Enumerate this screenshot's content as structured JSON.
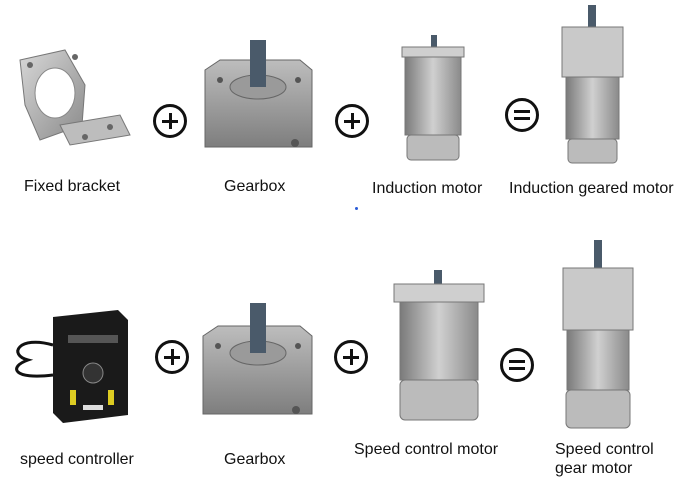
{
  "rows": [
    {
      "items": [
        {
          "label": "Fixed bracket"
        },
        {
          "label": "Gearbox"
        },
        {
          "label": "Induction motor"
        },
        {
          "label": "Induction geared motor"
        }
      ],
      "operators": [
        "plus-icon",
        "plus-icon",
        "equals-icon"
      ]
    },
    {
      "items": [
        {
          "label": "speed controller"
        },
        {
          "label": "Gearbox"
        },
        {
          "label": "Speed control motor"
        },
        {
          "label_line1": "Speed control",
          "label_line2": "gear motor"
        }
      ],
      "operators": [
        "plus-icon",
        "plus-icon",
        "equals-icon"
      ]
    }
  ],
  "colors": {
    "text": "#111111",
    "metal": "#a9a9a9",
    "shaft": "#4a5a6a",
    "controller": "#1a1a1a"
  }
}
